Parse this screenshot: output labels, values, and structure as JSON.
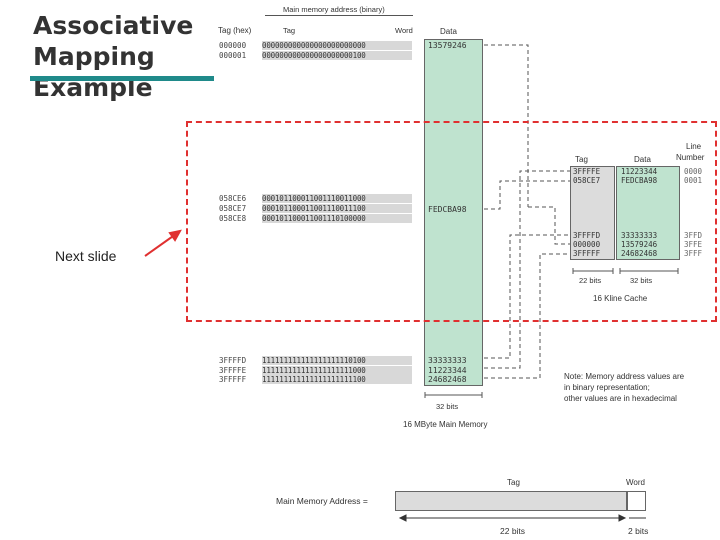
{
  "title": {
    "line1": "Associative",
    "line2": "Mapping",
    "line3": "Example"
  },
  "next_slide_label": "Next slide",
  "headers": {
    "main_addr": "Main memory address (binary)",
    "tag_hex": "Tag (hex)",
    "tag": "Tag",
    "word": "Word",
    "data": "Data"
  },
  "memory_rows": [
    {
      "tag": "000000",
      "bin": "000000000000000000000000",
      "data": "13579246"
    },
    {
      "tag": "000001",
      "bin": "000000000000000000000100",
      "data": ""
    },
    {
      "tag": "058CE6",
      "bin": "000101100011001110011000",
      "data": ""
    },
    {
      "tag": "058CE7",
      "bin": "000101100011001110011100",
      "data": "FEDCBA98"
    },
    {
      "tag": "058CE8",
      "bin": "000101100011001110100000",
      "data": ""
    },
    {
      "tag": "3FFFFD",
      "bin": "111111111111111111110100",
      "data": "33333333"
    },
    {
      "tag": "3FFFFE",
      "bin": "111111111111111111111000",
      "data": "11223344"
    },
    {
      "tag": "3FFFFF",
      "bin": "111111111111111111111100",
      "data": "24682468"
    }
  ],
  "main_memory": {
    "width_label": "32 bits",
    "caption": "16 MByte Main Memory"
  },
  "cache": {
    "tag_header": "Tag",
    "data_header": "Data",
    "line_header1": "Line",
    "line_header2": "Number",
    "rows": [
      {
        "tag": "3FFFFE",
        "data": "11223344",
        "line": "0000"
      },
      {
        "tag": "058CE7",
        "data": "FEDCBA98",
        "line": "0001"
      },
      {
        "tag": "3FFFFD",
        "data": "33333333",
        "line": "3FFD"
      },
      {
        "tag": "000000",
        "data": "13579246",
        "line": "3FFE"
      },
      {
        "tag": "3FFFFF",
        "data": "24682468",
        "line": "3FFF"
      }
    ],
    "tag_bits": "22 bits",
    "data_bits": "32 bits",
    "caption": "16 Kline Cache"
  },
  "note": {
    "line1": "Note: Memory address values are",
    "line2": "in binary representation;",
    "line3": "other values are in hexadecimal"
  },
  "address_format": {
    "label": "Main Memory Address =",
    "tag": "Tag",
    "word": "Word",
    "tag_bits": "22 bits",
    "word_bits": "2 bits"
  },
  "colors": {
    "data_fill": "#bfe3cf",
    "tag_fill": "#dcdcdc",
    "highlight_border": "#e03030",
    "title_bar": "#1f8a8a"
  }
}
